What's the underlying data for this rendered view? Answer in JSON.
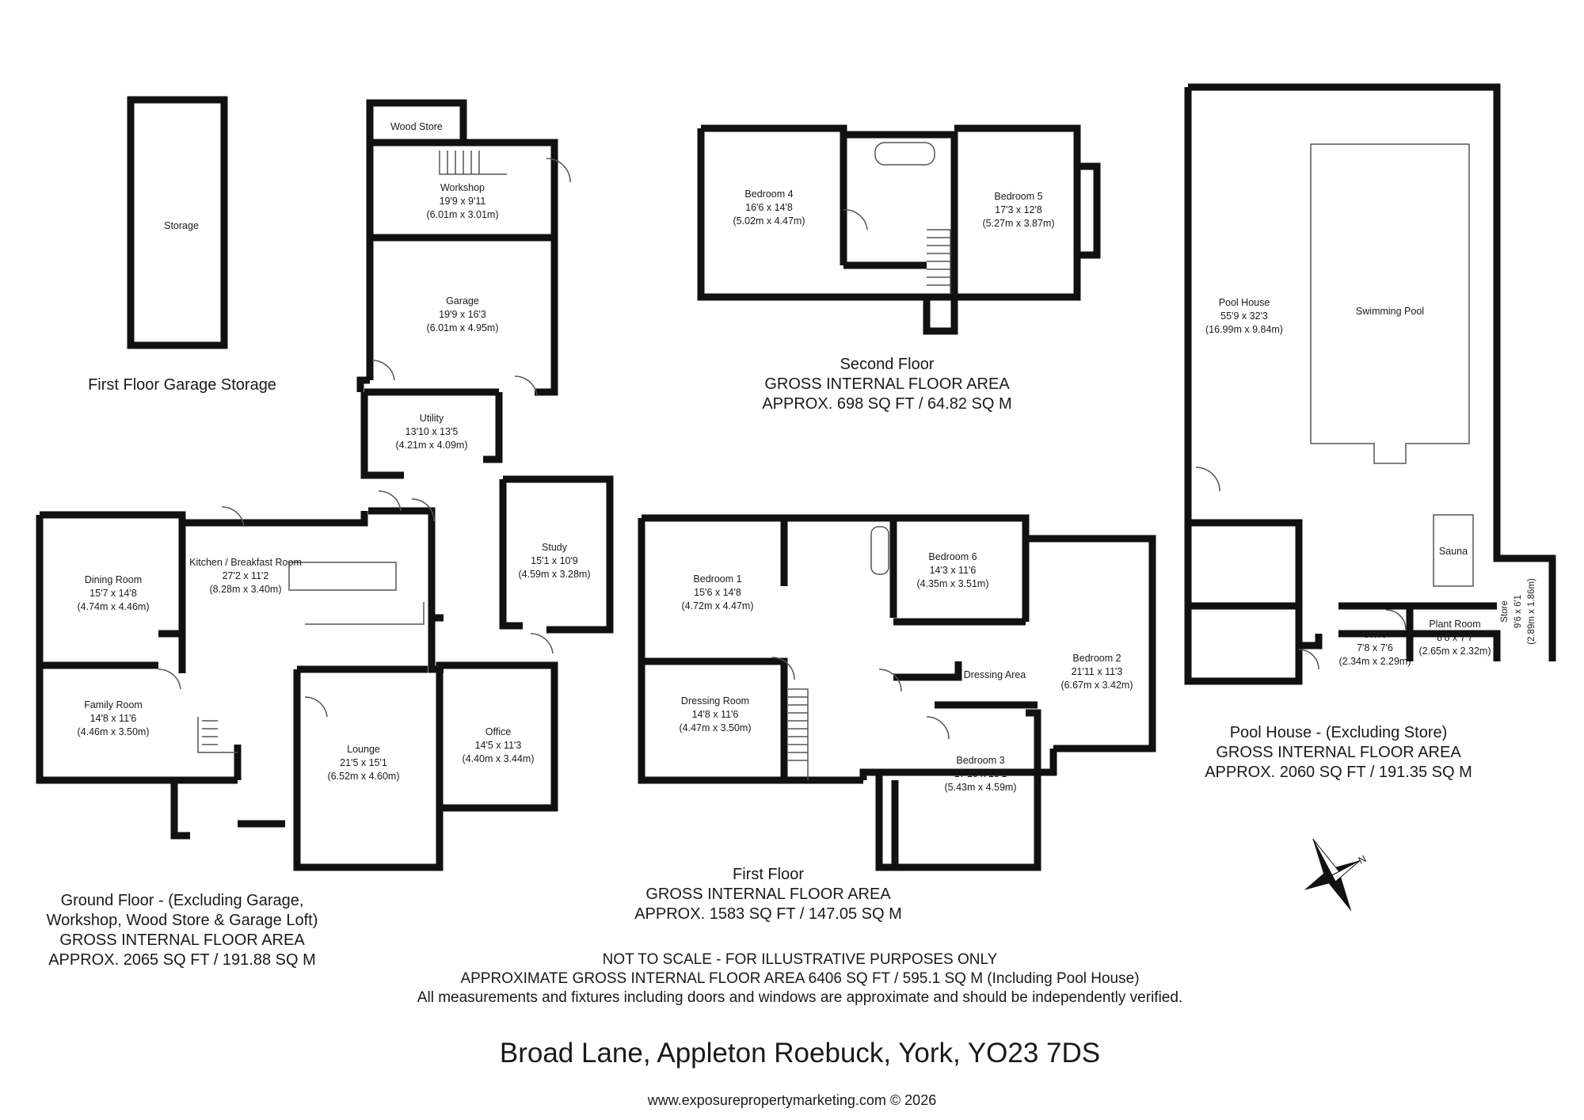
{
  "rooms": {
    "garage_storage": {
      "name": "Storage"
    },
    "wood_store": {
      "name": "Wood Store"
    },
    "workshop": {
      "name": "Workshop",
      "dims": "19'9 x 9'11",
      "metric": "(6.01m x 3.01m)"
    },
    "garage": {
      "name": "Garage",
      "dims": "19'9 x 16'3",
      "metric": "(6.01m x 4.95m)"
    },
    "utility": {
      "name": "Utility",
      "dims": "13'10 x 13'5",
      "metric": "(4.21m x 4.09m)"
    },
    "study": {
      "name": "Study",
      "dims": "15'1 x 10'9",
      "metric": "(4.59m x 3.28m)"
    },
    "dining": {
      "name": "Dining Room",
      "dims": "15'7 x 14'8",
      "metric": "(4.74m x 4.46m)"
    },
    "kitchen": {
      "name": "Kitchen / Breakfast Room",
      "dims": "27'2 x 11'2",
      "metric": "(8.28m x 3.40m)"
    },
    "family": {
      "name": "Family Room",
      "dims": "14'8 x 11'6",
      "metric": "(4.46m x 3.50m)"
    },
    "lounge": {
      "name": "Lounge",
      "dims": "21'5 x 15'1",
      "metric": "(6.52m x 4.60m)"
    },
    "office": {
      "name": "Office",
      "dims": "14'5 x 11'3",
      "metric": "(4.40m x 3.44m)"
    },
    "bedroom4": {
      "name": "Bedroom 4",
      "dims": "16'6 x 14'8",
      "metric": "(5.02m x 4.47m)"
    },
    "bedroom5": {
      "name": "Bedroom 5",
      "dims": "17'3 x 12'8",
      "metric": "(5.27m x 3.87m)"
    },
    "bedroom1": {
      "name": "Bedroom 1",
      "dims": "15'6 x 14'8",
      "metric": "(4.72m x 4.47m)"
    },
    "bedroom6": {
      "name": "Bedroom 6",
      "dims": "14'3 x 11'6",
      "metric": "(4.35m x 3.51m)"
    },
    "dressing_room": {
      "name": "Dressing Room",
      "dims": "14'8 x 11'6",
      "metric": "(4.47m x 3.50m)"
    },
    "dressing_area": {
      "name": "Dressing Area"
    },
    "bedroom2": {
      "name": "Bedroom 2",
      "dims": "21'11 x 11'3",
      "metric": "(6.67m x 3.42m)"
    },
    "bedroom3": {
      "name": "Bedroom 3",
      "dims": "17'10 x 15'1",
      "metric": "(5.43m x 4.59m)"
    },
    "pool_house": {
      "name": "Pool House",
      "dims": "55'9 x 32'3",
      "metric": "(16.99m x 9.84m)"
    },
    "swimming_pool": {
      "name": "Swimming Pool"
    },
    "sauna": {
      "name": "Sauna"
    },
    "store_small": {
      "name": "Store",
      "dims": "7'8 x 7'6",
      "metric": "(2.34m x 2.29m)"
    },
    "plant_room": {
      "name": "Plant Room",
      "dims": "8'8 x 7'7",
      "metric": "(2.65m x 2.32m)"
    },
    "store_side": {
      "name": "Store",
      "dims": "9'6 x 6'1",
      "metric": "(2.89m x 1.86m)"
    }
  },
  "floors": {
    "garage_storage": {
      "title": "First Floor Garage Storage"
    },
    "second": {
      "title": "Second Floor",
      "line1": "GROSS INTERNAL FLOOR AREA",
      "line2": "APPROX. 698 SQ FT / 64.82 SQ M"
    },
    "pool": {
      "title": "Pool House - (Excluding Store)",
      "line1": "GROSS INTERNAL FLOOR AREA",
      "line2": "APPROX. 2060 SQ FT / 191.35 SQ M"
    },
    "first": {
      "title": "First Floor",
      "line1": "GROSS INTERNAL FLOOR AREA",
      "line2": "APPROX. 1583 SQ FT / 147.05 SQ M"
    },
    "ground": {
      "title": "Ground Floor - (Excluding Garage,",
      "title2": "Workshop, Wood Store & Garage Loft)",
      "line1": "GROSS INTERNAL FLOOR AREA",
      "line2": "APPROX. 2065 SQ FT / 191.88 SQ M"
    }
  },
  "footer": {
    "line1": "NOT TO SCALE - FOR ILLUSTRATIVE PURPOSES ONLY",
    "line2": "APPROXIMATE GROSS INTERNAL FLOOR AREA 6406 SQ FT / 595.1 SQ M (Including Pool House)",
    "line3": "All measurements and fixtures including doors and windows are approximate and should be independently verified.",
    "address": "Broad Lane, Appleton Roebuck, York, YO23 7DS",
    "website": "www.exposurepropertymarketing.com © 2026"
  },
  "compass": {
    "label": "N"
  },
  "colors": {
    "wall": "#111111",
    "line": "#555555"
  }
}
